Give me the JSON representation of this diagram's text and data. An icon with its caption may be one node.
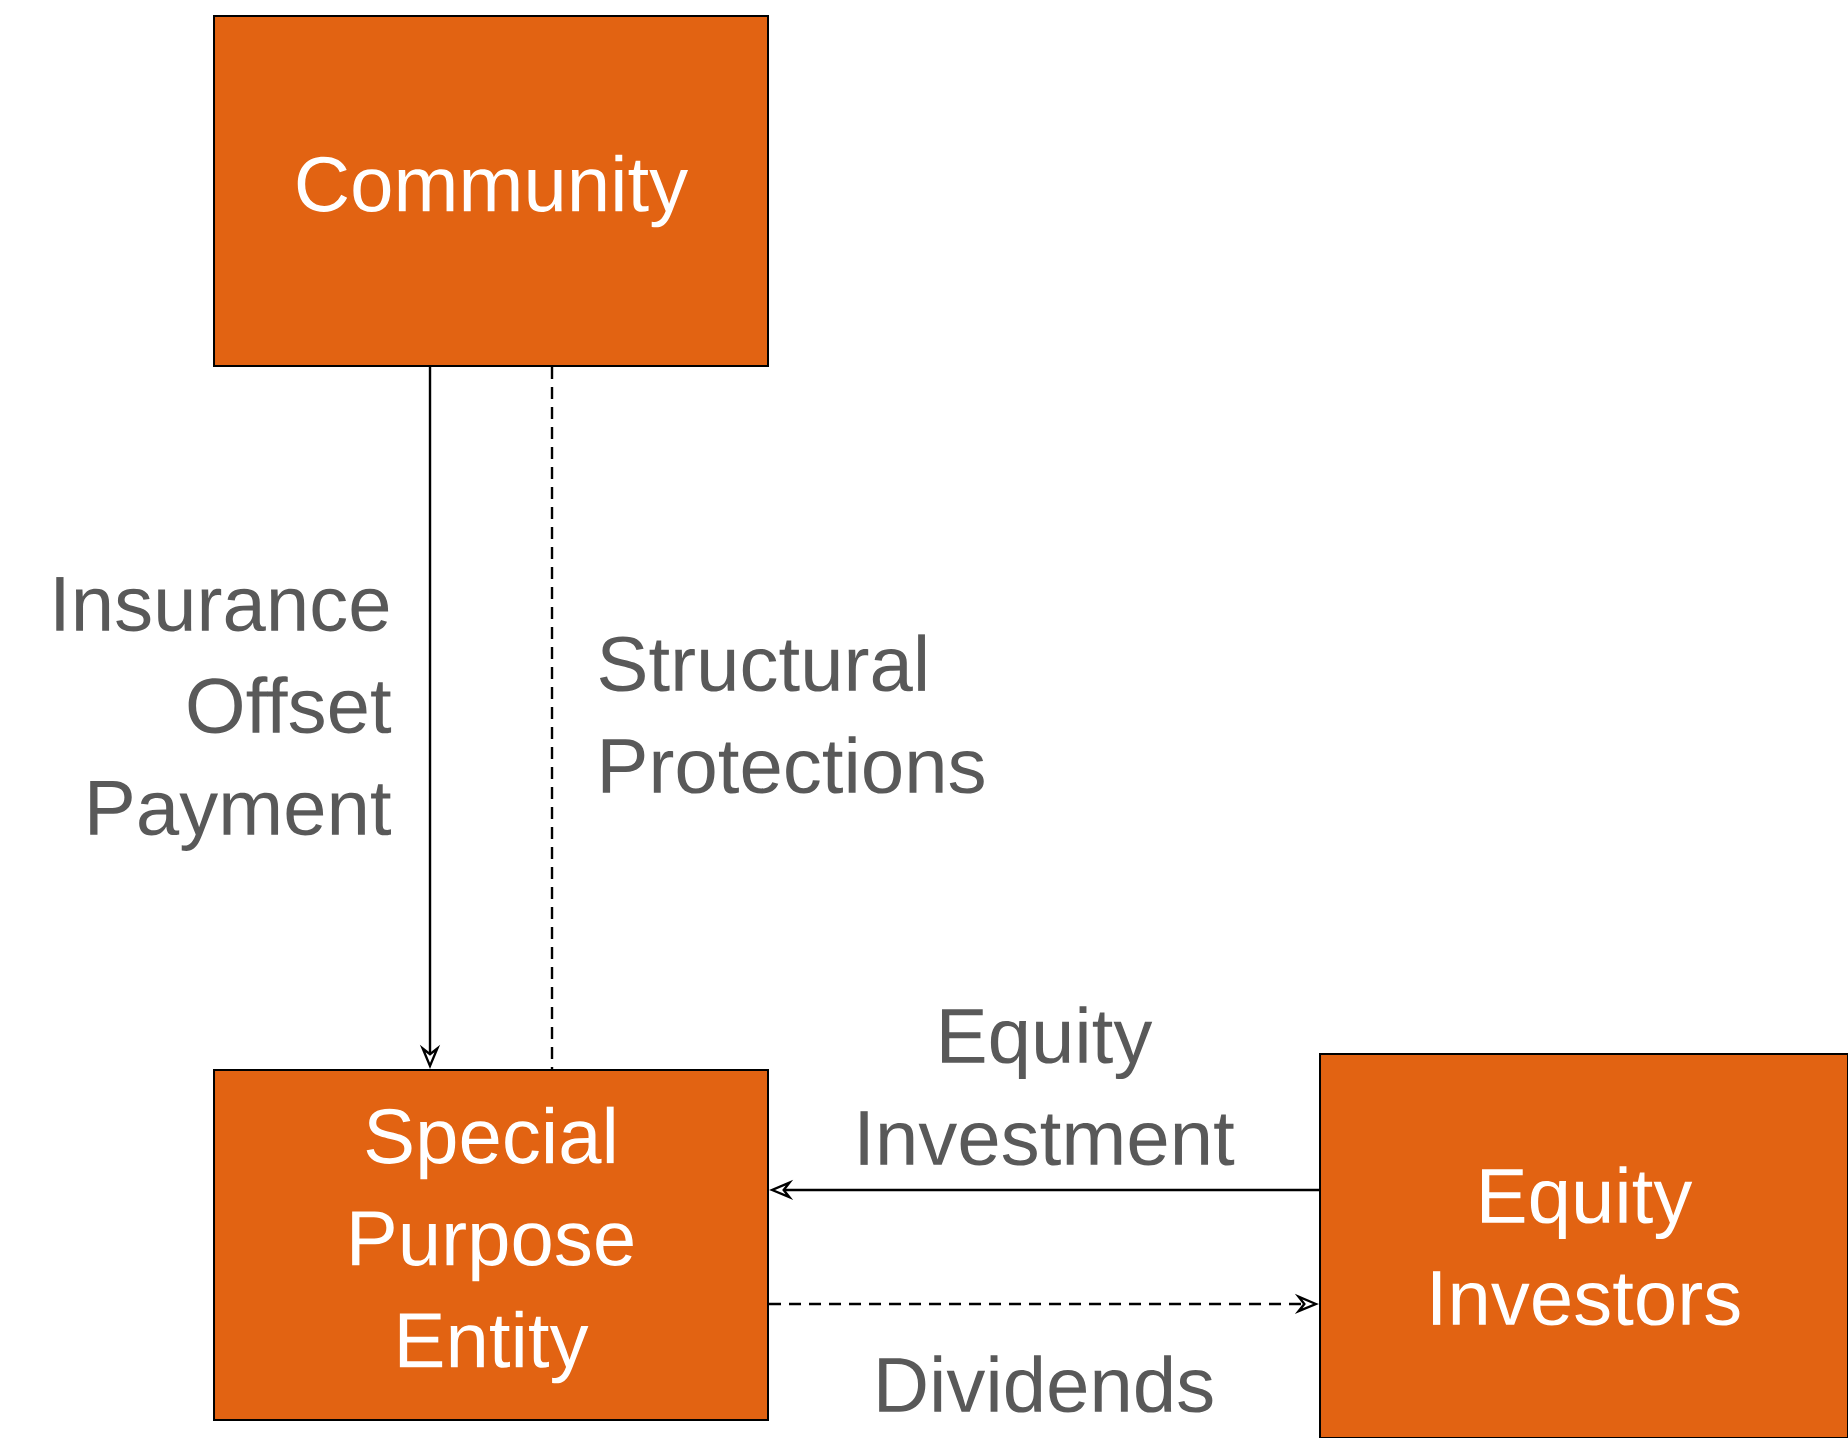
{
  "diagram": {
    "nodes": [
      {
        "text": [
          "Community"
        ]
      },
      {
        "text": [
          "Special Purpose Entity"
        ]
      },
      {
        "text": [
          "Equity Investors"
        ]
      }
    ],
    "edges": [
      {
        "from": 0,
        "to": 1,
        "arrow": "to",
        "label": "Insurance Offset Payment"
      },
      {
        "from": 0,
        "to": 1,
        "arrow": "none",
        "style": "dashed",
        "label": "Structural Protections"
      },
      {
        "from": 2,
        "to": 1,
        "arrow": "to",
        "label": "Equity Investment"
      },
      {
        "from": 1,
        "to": 2,
        "arrow": "to",
        "style": "dashed",
        "label": "Dividends"
      }
    ]
  }
}
